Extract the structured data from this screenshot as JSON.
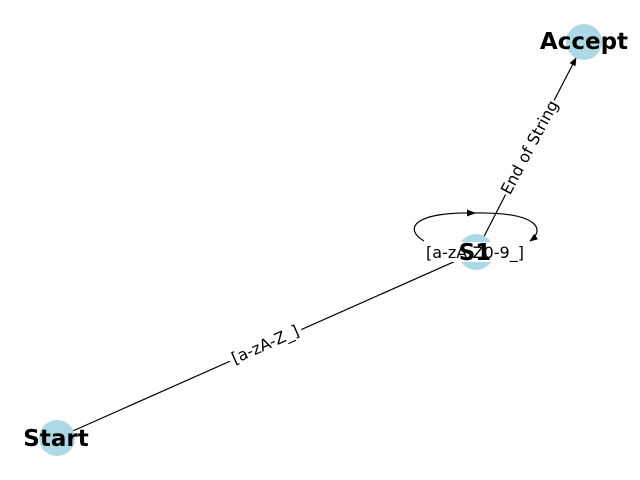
{
  "colors": {
    "node_fill": "#add8e6",
    "edge": "#000000",
    "label_bg": "#ffffff"
  },
  "nodes": [
    {
      "id": "start",
      "label": "Start"
    },
    {
      "id": "s1",
      "label": "S1"
    },
    {
      "id": "accept",
      "label": "Accept"
    }
  ],
  "edges": [
    {
      "id": "start-to-s1",
      "from": "start",
      "to": "s1",
      "label": "[a-zA-Z_]"
    },
    {
      "id": "s1-self-loop",
      "from": "s1",
      "to": "s1",
      "label": "[a-zA-Z0-9_]"
    },
    {
      "id": "s1-to-accept",
      "from": "s1",
      "to": "accept",
      "label": "End of String"
    }
  ]
}
